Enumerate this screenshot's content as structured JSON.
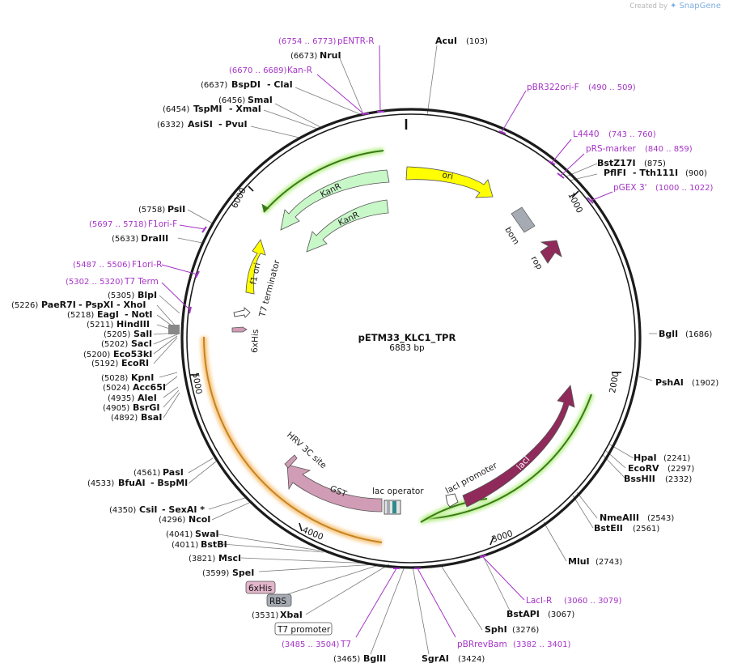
{
  "credit": {
    "prefix": "Created by",
    "brand": "SnapGene"
  },
  "plasmid": {
    "name": "pETM33_KLC1_TPR",
    "length": "6883 bp"
  },
  "ticks": [
    "1000",
    "2000",
    "3000",
    "4000",
    "5000",
    "6000"
  ],
  "features": {
    "ori": "ori",
    "bom": "bom",
    "rop": "rop",
    "lacI": "lacI",
    "lacI_promoter": "lacI promoter",
    "lac_operator": "lac operator",
    "GST": "GST",
    "HRV": "HRV 3C site",
    "KanR": "KanR",
    "f1_ori": "f1 ori",
    "T7_terminator": "T7 terminator",
    "sixHis": "6xHis"
  },
  "sites": {
    "AcuI": {
      "name": "AcuI",
      "pos": "(103)"
    },
    "NruI": {
      "name": "NruI",
      "pos": "(6673)"
    },
    "BspDI": {
      "name": "BspDI",
      "alt": "- ClaI",
      "pos": "(6637)"
    },
    "SmaI": {
      "name": "SmaI",
      "pos": "(6456)"
    },
    "TspMI": {
      "name": "TspMI",
      "alt": "- XmaI",
      "pos": "(6454)"
    },
    "AsiSI": {
      "name": "AsiSI",
      "alt": "- PvuI",
      "pos": "(6332)"
    },
    "BstZ17I": {
      "name": "BstZ17I",
      "pos": "(875)"
    },
    "PflFI": {
      "name": "PflFI",
      "alt": "- Tth111I",
      "pos": "(900)"
    },
    "BglI": {
      "name": "BglI",
      "pos": "(1686)"
    },
    "PshAI": {
      "name": "PshAI",
      "pos": "(1902)"
    },
    "HpaI": {
      "name": "HpaI",
      "pos": "(2241)"
    },
    "EcoRV": {
      "name": "EcoRV",
      "pos": "(2297)"
    },
    "BssHII": {
      "name": "BssHII",
      "pos": "(2332)"
    },
    "NmeAIII": {
      "name": "NmeAIII",
      "pos": "(2543)"
    },
    "BstEII": {
      "name": "BstEII",
      "pos": "(2561)"
    },
    "MluI": {
      "name": "MluI",
      "pos": "(2743)"
    },
    "BstAPI": {
      "name": "BstAPI",
      "pos": "(3067)"
    },
    "SphI": {
      "name": "SphI",
      "pos": "(3276)"
    },
    "SgrAI": {
      "name": "SgrAI",
      "pos": "(3424)"
    },
    "BglII": {
      "name": "BglII",
      "pos": "(3465)"
    },
    "XbaI": {
      "name": "XbaI",
      "pos": "(3531)"
    },
    "SpeI": {
      "name": "SpeI",
      "pos": "(3599)"
    },
    "MscI": {
      "name": "MscI",
      "pos": "(3821)"
    },
    "BstBI": {
      "name": "BstBI",
      "pos": "(4011)"
    },
    "SwaI": {
      "name": "SwaI",
      "pos": "(4041)"
    },
    "NcoI": {
      "name": "NcoI",
      "pos": "(4296)"
    },
    "CsiI": {
      "name": "CsiI",
      "alt": "- SexAI *",
      "pos": "(4350)"
    },
    "BfuAI": {
      "name": "BfuAI",
      "alt": "- BspMI",
      "pos": "(4533)"
    },
    "PasI": {
      "name": "PasI",
      "pos": "(4561)"
    },
    "BsaI": {
      "name": "BsaI",
      "pos": "(4892)"
    },
    "BsrGI": {
      "name": "BsrGI",
      "pos": "(4905)"
    },
    "AleI": {
      "name": "AleI",
      "pos": "(4935)"
    },
    "Acc65I": {
      "name": "Acc65I",
      "pos": "(5024)"
    },
    "KpnI": {
      "name": "KpnI",
      "pos": "(5028)"
    },
    "EcoRI": {
      "name": "EcoRI",
      "pos": "(5192)"
    },
    "Eco53kI": {
      "name": "Eco53kI",
      "pos": "(5200)"
    },
    "SacI": {
      "name": "SacI",
      "pos": "(5202)"
    },
    "SalI": {
      "name": "SalI",
      "pos": "(5205)"
    },
    "HindIII": {
      "name": "HindIII",
      "pos": "(5211)"
    },
    "EagI": {
      "name": "EagI",
      "alt": "- NotI",
      "pos": "(5218)"
    },
    "PaeR7I": {
      "name": "PaeR7I",
      "alt": "- PspXI  - XhoI",
      "pos": "(5226)"
    },
    "BlpI": {
      "name": "BlpI",
      "pos": "(5305)"
    },
    "DraIII": {
      "name": "DraIII",
      "pos": "(5633)"
    },
    "PsiI": {
      "name": "PsiI",
      "pos": "(5758)"
    }
  },
  "primers": {
    "pENTR_R": {
      "name": "pENTR-R",
      "pos": "(6754 .. 6773)"
    },
    "Kan_R": {
      "name": "Kan-R",
      "pos": "(6670 .. 6689)"
    },
    "pBR322ori_F": {
      "name": "pBR322ori-F",
      "pos": "(490 .. 509)"
    },
    "L4440": {
      "name": "L4440",
      "pos": "(743 .. 760)"
    },
    "pRS_marker": {
      "name": "pRS-marker",
      "pos": "(840 .. 859)"
    },
    "pGEX3": {
      "name": "pGEX 3'",
      "pos": "(1000 .. 1022)"
    },
    "LacI_R": {
      "name": "LacI-R",
      "pos": "(3060 .. 3079)"
    },
    "pBRrevBam": {
      "name": "pBRrevBam",
      "pos": "(3382 .. 3401)"
    },
    "T7": {
      "name": "T7",
      "pos": "(3485 .. 3504)"
    },
    "F1ori_F": {
      "name": "F1ori-F",
      "pos": "(5697 .. 5718)"
    },
    "F1ori_R": {
      "name": "F1ori-R",
      "pos": "(5487 .. 5506)"
    },
    "T7_Term": {
      "name": "T7 Term",
      "pos": "(5302 .. 5320)"
    }
  },
  "boxed": {
    "sixHis": "6xHis",
    "RBS": "RBS",
    "T7_promoter": "T7 promoter"
  },
  "colors": {
    "ori": "#ffff00",
    "bom": "#a6abb3",
    "rop": "#8f2a5a",
    "lacI": "#8f2a5a",
    "KanR": "#c8f7c8",
    "f1_ori": "#ffff00",
    "GST": "#d19cb5",
    "primer": "#a534c6",
    "glow_green": "#b8ef8c",
    "glow_orange": "#f7c884"
  }
}
